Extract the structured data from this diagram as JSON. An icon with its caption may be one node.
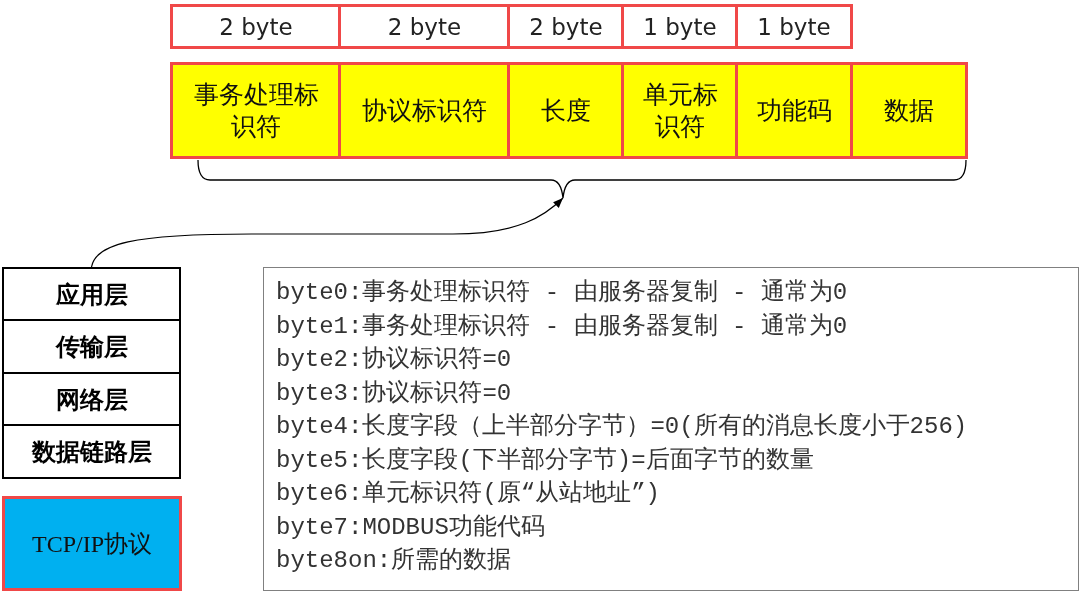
{
  "diagram": {
    "nodes": [
      {
        "text": [
          "2 byte"
        ]
      },
      {
        "text": [
          "2 byte"
        ]
      },
      {
        "text": [
          "2 byte"
        ]
      },
      {
        "text": [
          "1 byte"
        ]
      },
      {
        "text": [
          "1 byte"
        ]
      },
      {
        "text": [
          "事务处理标识符"
        ]
      },
      {
        "text": [
          "协议标识符"
        ]
      },
      {
        "text": [
          "长度"
        ]
      },
      {
        "text": [
          "单元标识符"
        ]
      },
      {
        "text": [
          "功能码"
        ]
      },
      {
        "text": [
          "数据"
        ]
      },
      {
        "text": [],
        "shape": "brace"
      },
      {
        "text": [
          "应用层"
        ]
      },
      {
        "text": [
          "传输层"
        ]
      },
      {
        "text": [
          "网络层"
        ]
      },
      {
        "text": [
          "数据链路层"
        ]
      },
      {
        "text": [
          "TCP/IP协议"
        ]
      },
      {
        "text": [
          "byte0:事务处理标识符 - 由服务器复制 - 通常为0",
          "byte1:事务处理标识符 - 由服务器复制 - 通常为0",
          "byte2:协议标识符=0",
          "byte3:协议标识符=0",
          "byte4:长度字段（上半部分字节）=0(所有的消息长度小于256)",
          "byte5:长度字段(下半部分字节)=后面字节的数量",
          "byte6:单元标识符(原“从站地址”)",
          "byte7:MODBUS功能代码",
          "byte8on:所需的数据"
        ]
      }
    ],
    "edges": [
      {
        "from": 12,
        "to": 11,
        "arrow": "to"
      }
    ]
  }
}
